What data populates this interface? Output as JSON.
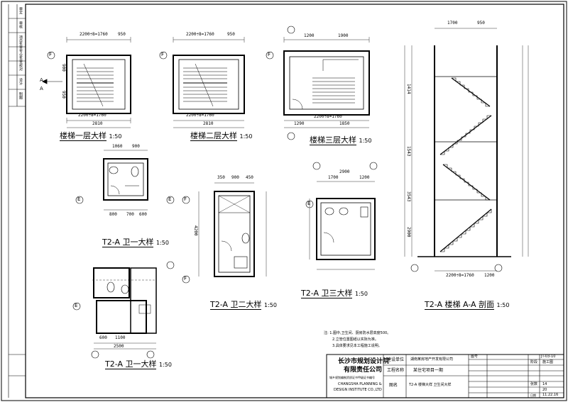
{
  "sheet": {
    "titles": {
      "stair1": "楼梯一层大样",
      "stair2": "楼梯二层大样",
      "stair3": "楼梯三层大样",
      "t1": "T2-A  卫一大样",
      "t2": "T2-A  卫二大样",
      "t3": "T2-A  卫三大样",
      "t4": "T2-A  卫一大样",
      "section": "T2-A 楼梯 A-A 剖面",
      "scale": "1:50"
    },
    "axis_labels": [
      "F",
      "F",
      "F",
      "E",
      "E",
      "E",
      "E",
      "F",
      "F",
      "A",
      "A"
    ],
    "dimensions": {
      "s1_top": "2200÷8=1760",
      "s1_top2": "950",
      "s1_bot": "2200÷8=1760",
      "s1_total": "2810",
      "s1_left1": "900",
      "s1_left2": "950",
      "s2_top": "2200÷8=1760",
      "s2_top2": "950",
      "s2_bot": "2200÷8=1760",
      "s2_total": "2810",
      "s3_top1": "1200",
      "s3_top2": "1900",
      "s3_bot1": "2200÷8=1760",
      "s3_b1": "1290",
      "s3_b2": "1850",
      "t1_top1": "1060",
      "t1_top2": "900",
      "t1_bot1": "800",
      "t1_bot2": "700",
      "t1_bot3": "600",
      "t2_top1": "350",
      "t2_top2": "900",
      "t2_top3": "450",
      "t2_l": "4200",
      "t3_top": "2900",
      "t3_a": "1700",
      "t3_b": "1200",
      "t4_b1": "600",
      "t4_b2": "1100",
      "t4_b3": "2500",
      "sec_top1": "1700",
      "sec_top2": "950",
      "sec_bot": "2200÷8=1760",
      "sec_bot2": "1200",
      "sec_v1": "1414",
      "sec_v2": "1543",
      "sec_v3": "3543",
      "sec_v4": "2900"
    },
    "notes": [
      "注: 1.图中,卫生间、厨房防水层高度500。",
      "2.立管位置图纸以实际为准。",
      "3.具体要求见本工程施工说明。"
    ],
    "left_strip": [
      "审定",
      "审核",
      "项目负责",
      "专业负责",
      "校对",
      "设计",
      "制图"
    ],
    "title_block": {
      "company_cn": "长沙市规划设计院",
      "company_cn2": "有限责任公司",
      "company_en1": "CHANGSHA PLANNING &",
      "company_en2": "DESIGN INSTITUTE CO.,LTD",
      "cert": "城乡规划编制资质证书甲级证书编号",
      "client_label": "建设单位",
      "client": "湖南某房地产开发有限公司",
      "project_label": "工程名称",
      "project": "某住宅项目一期",
      "drawing_label": "图名",
      "drawing": "T2-A 楼梯大样  卫生间大样",
      "no_label": "图号",
      "no": "JT-03-10",
      "stage_label": "阶段",
      "stage": "施工图",
      "sheet_label": "张数",
      "sheet_no": "14",
      "date_label": "日期",
      "date": "11.22.16",
      "ver": "20"
    }
  }
}
